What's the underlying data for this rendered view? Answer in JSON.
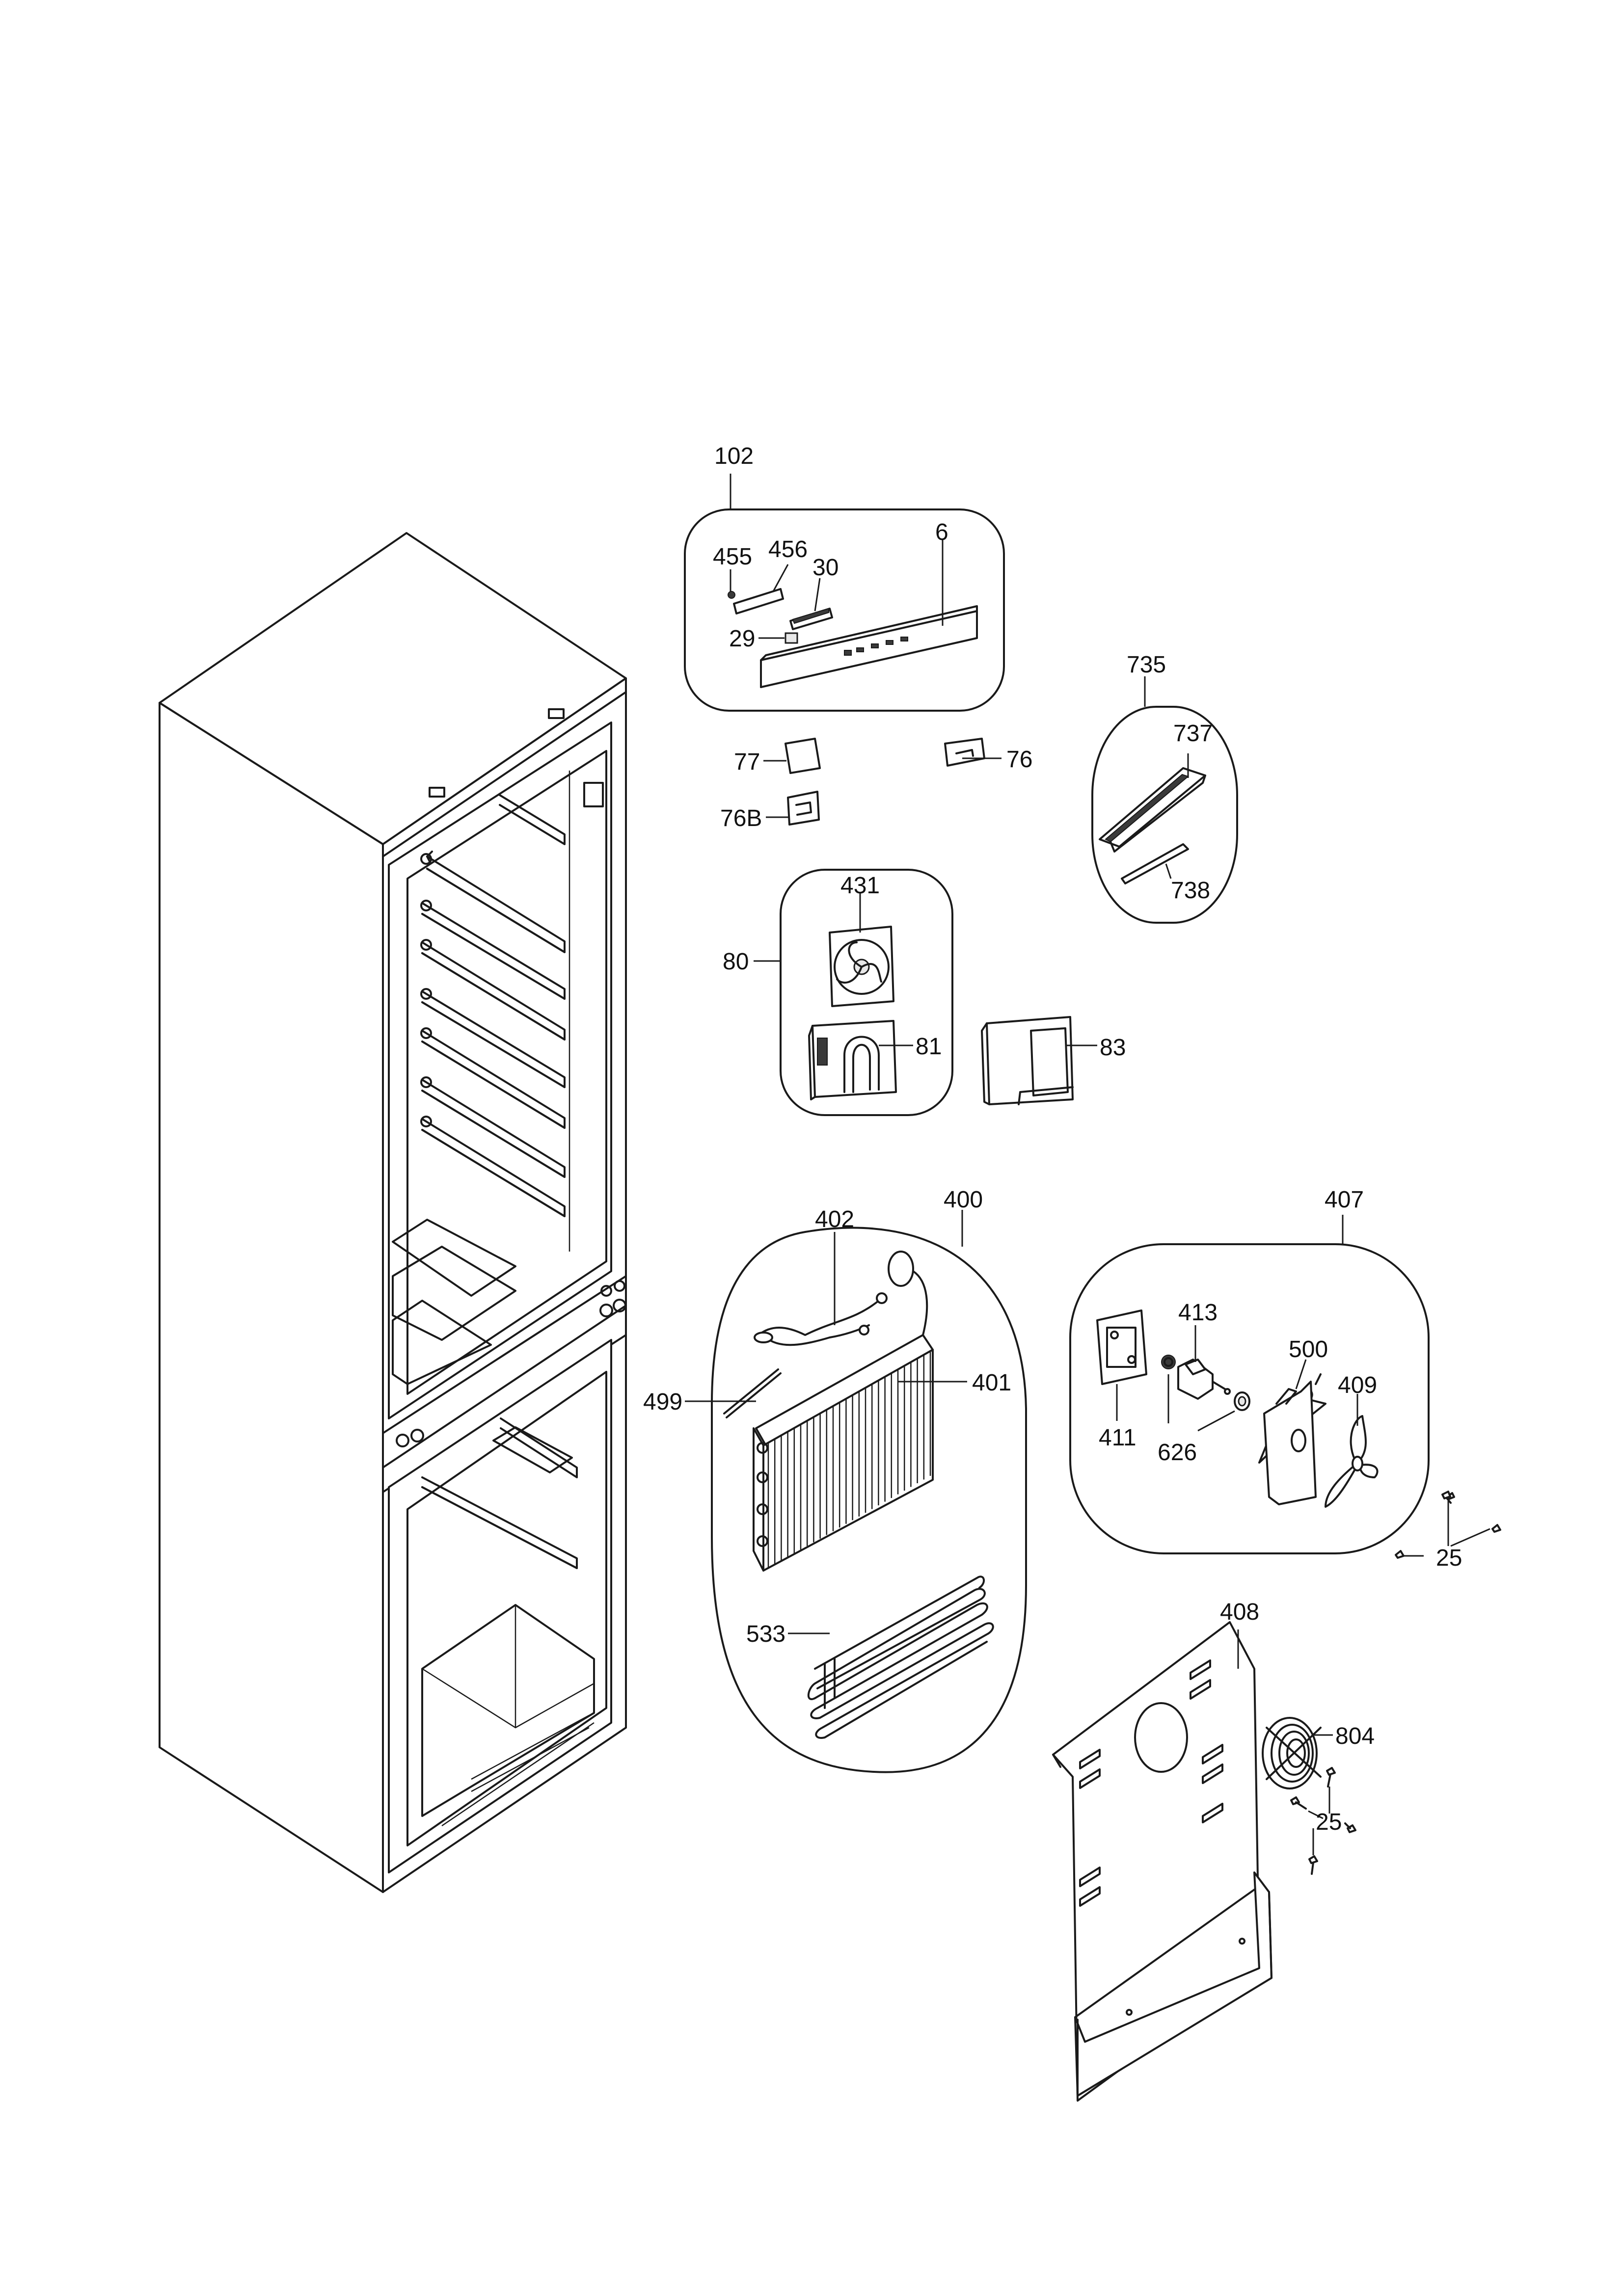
{
  "labels": {
    "p102": "102",
    "p455": "455",
    "p456": "456",
    "p30": "30",
    "p6": "6",
    "p29": "29",
    "p735": "735",
    "p737": "737",
    "p738": "738",
    "p77": "77",
    "p76": "76",
    "p76b": "76B",
    "p80": "80",
    "p431": "431",
    "p81": "81",
    "p83": "83",
    "p400": "400",
    "p402": "402",
    "p499": "499",
    "p401": "401",
    "p533": "533",
    "p407": "407",
    "p413": "413",
    "p500": "500",
    "p409": "409",
    "p411": "411",
    "p626": "626",
    "p25a": "25",
    "p408": "408",
    "p804": "804",
    "p25b": "25"
  }
}
